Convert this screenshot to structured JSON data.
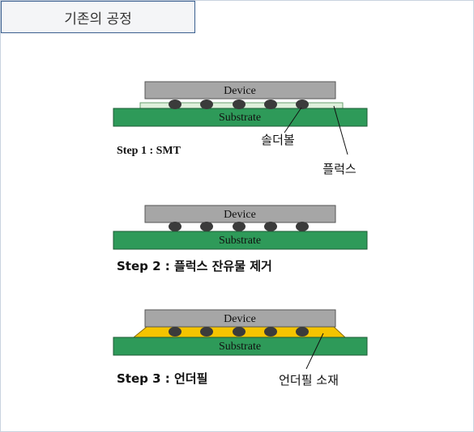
{
  "title": "기존의 공정",
  "labels": {
    "device": "Device",
    "substrate": "Substrate"
  },
  "steps": [
    {
      "label": "Step 1 : SMT",
      "callouts": [
        "솔더볼",
        "플럭스"
      ]
    },
    {
      "label": "Step 2 : 플럭스 잔유물 제거",
      "callouts": []
    },
    {
      "label": "Step 3 : 언더필",
      "callouts": [
        "언더필 소재"
      ]
    }
  ],
  "colors": {
    "device": "#a6a6a6",
    "substrate": "#2e9a59",
    "solder_ball": "#3b3b3b",
    "flux": "#dff0dc",
    "underfill": "#f5c400",
    "title_border": "#3a5f8f"
  }
}
